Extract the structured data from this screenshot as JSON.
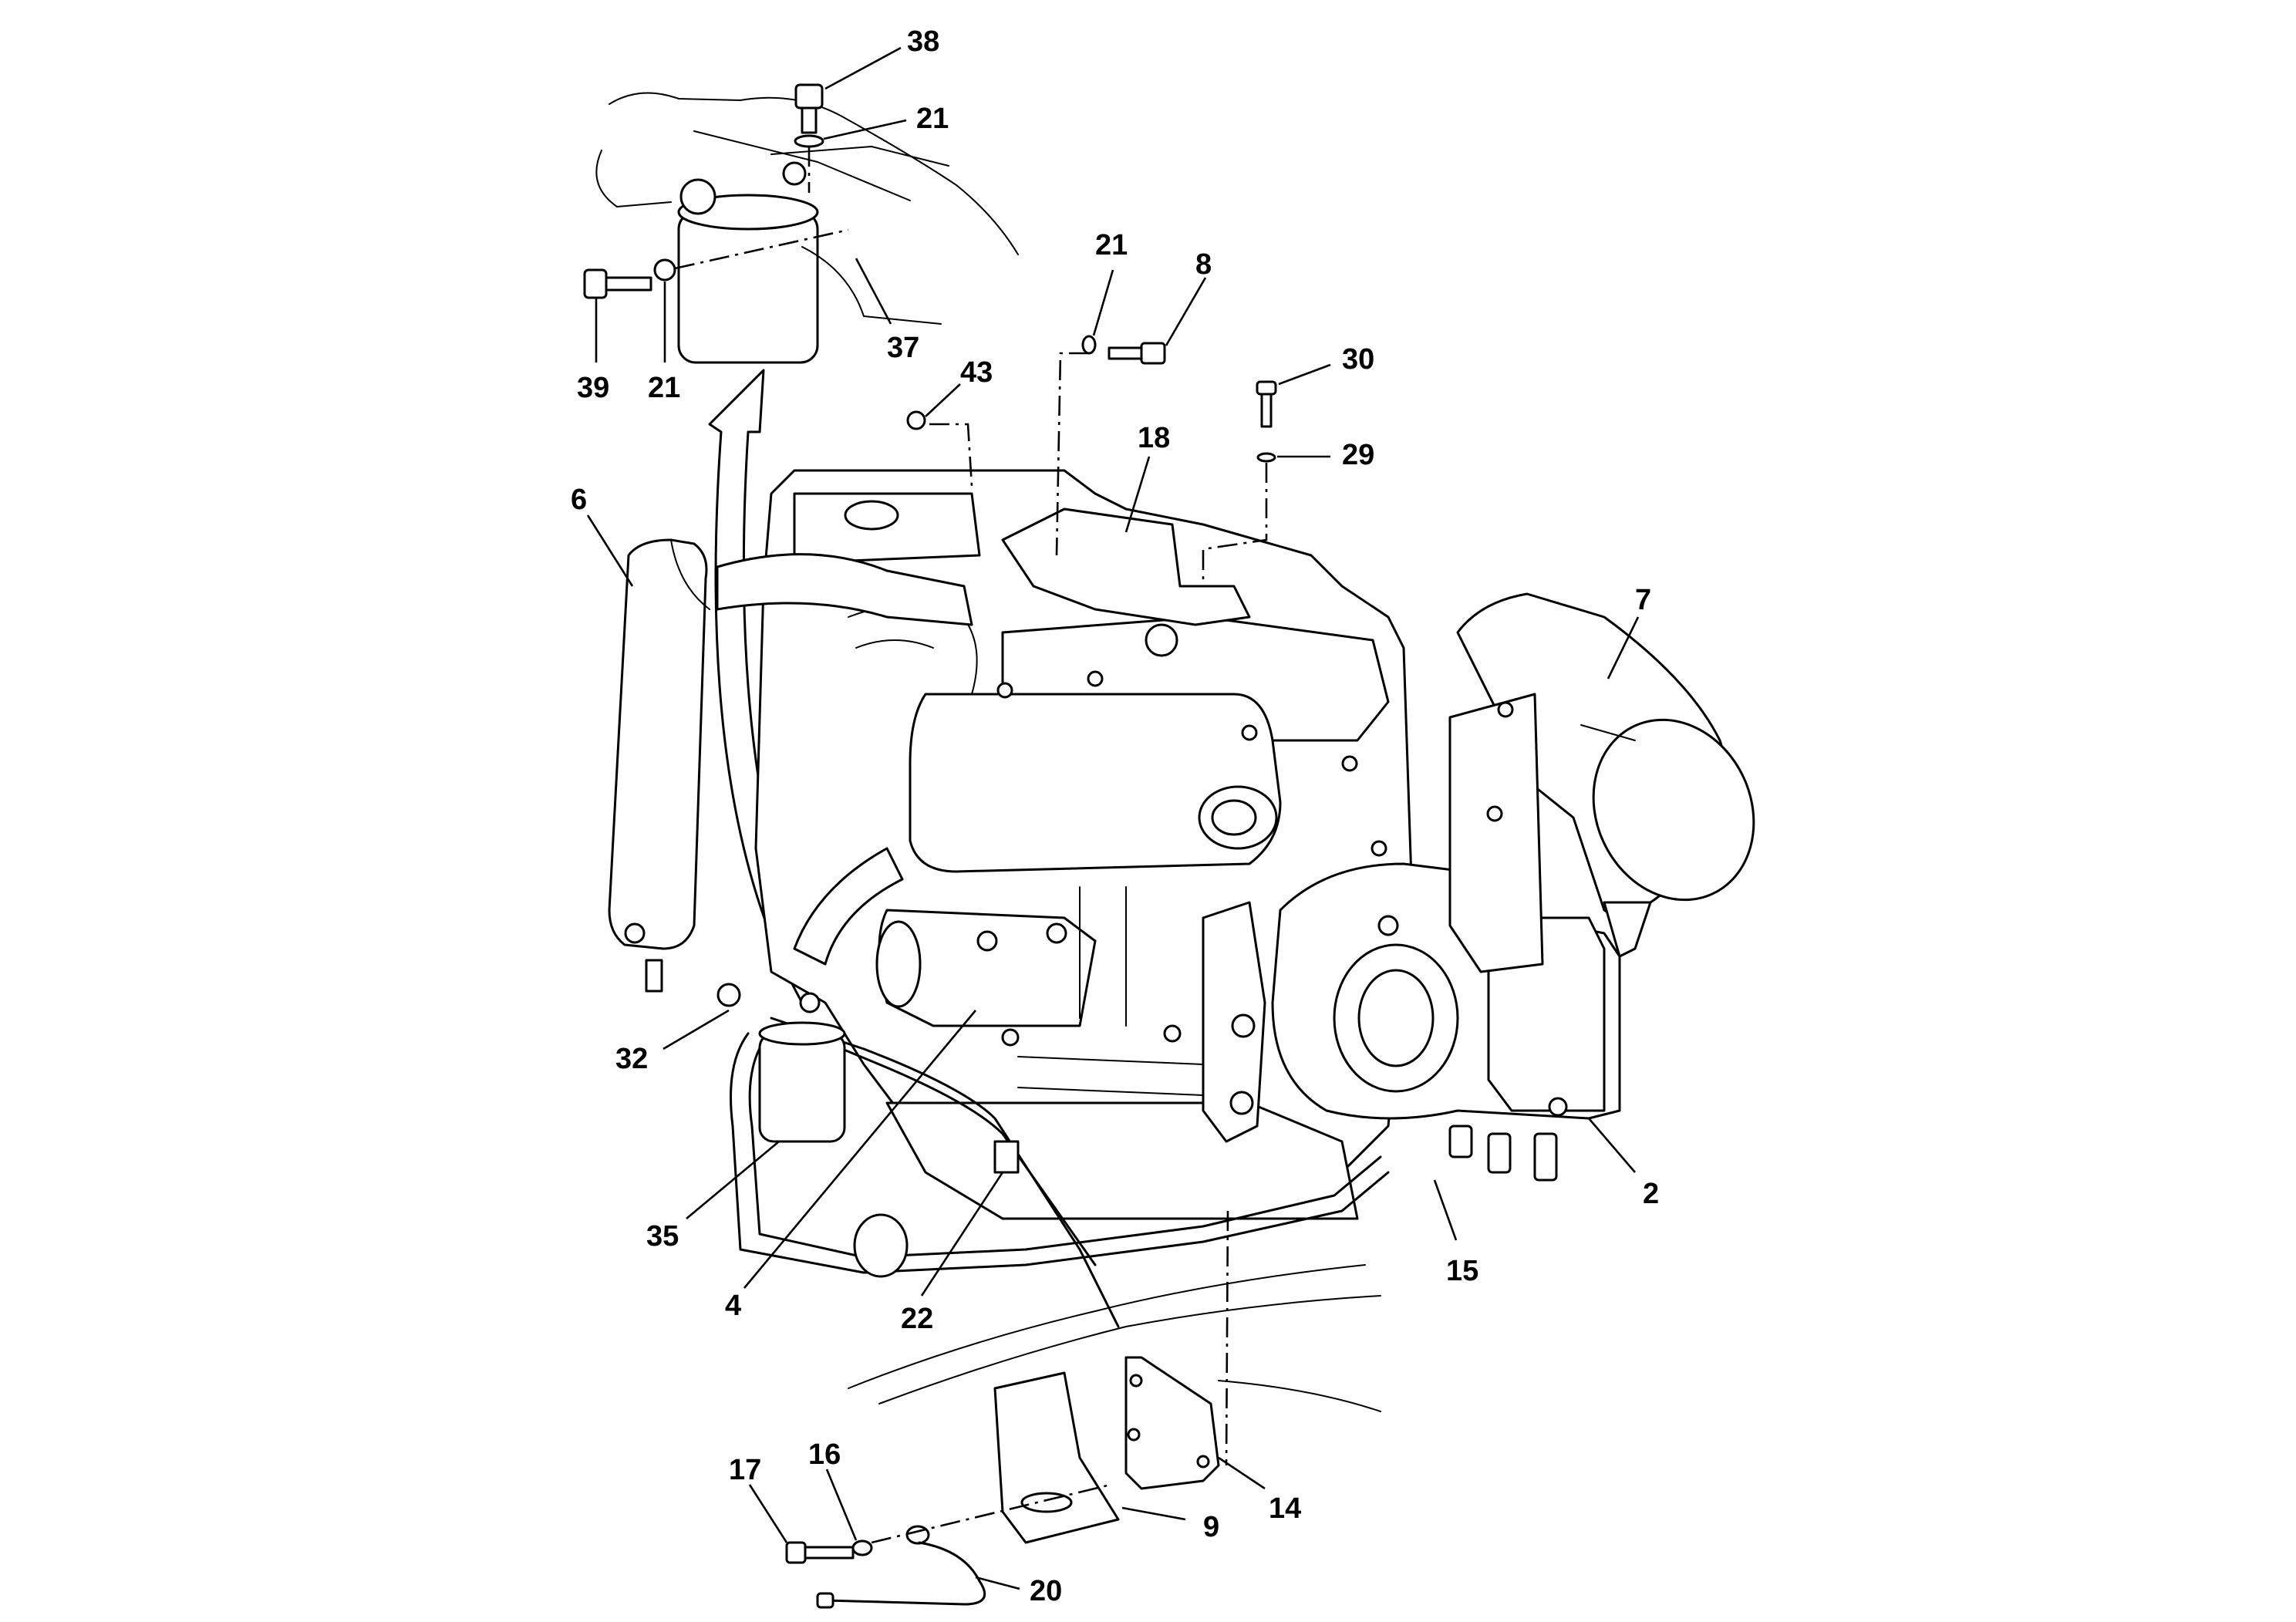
{
  "callouts": {
    "c38": "38",
    "c21_top": "21",
    "c37": "37",
    "c39": "39",
    "c21_filter": "21",
    "c43": "43",
    "c21_mid": "21",
    "c8": "8",
    "c30": "30",
    "c29": "29",
    "c18": "18",
    "c6": "6",
    "c7": "7",
    "c32": "32",
    "c35": "35",
    "c4": "4",
    "c22": "22",
    "c2": "2",
    "c15": "15",
    "c14": "14",
    "c9": "9",
    "c17": "17",
    "c16": "16",
    "c20": "20"
  }
}
